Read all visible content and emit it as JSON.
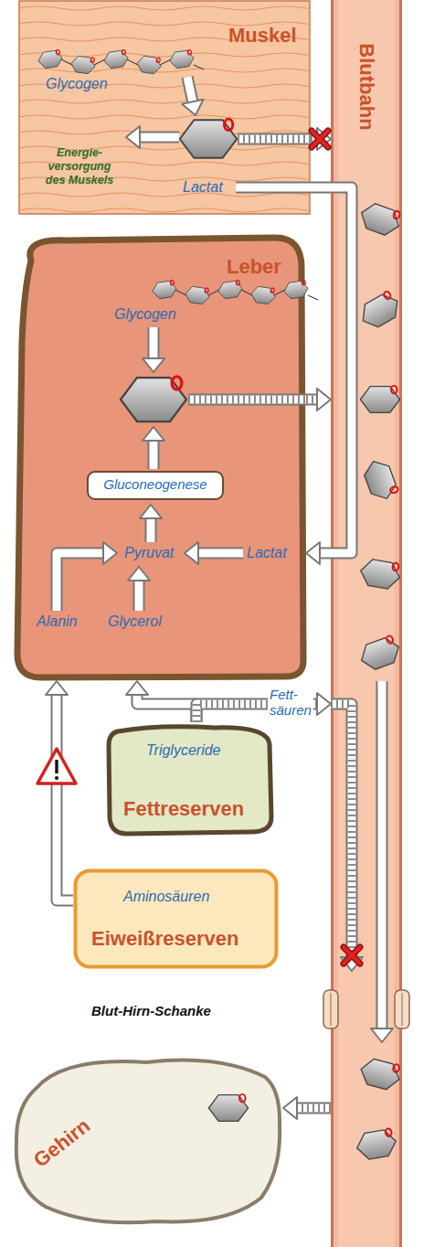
{
  "diagram": {
    "nodes": [
      {
        "text": [
          "Muskel",
          "Glycogen",
          "Energie- versorgung des Muskels",
          "Lactat"
        ]
      },
      {
        "text": [
          "Blutbahn"
        ]
      },
      {
        "text": [
          "Leber",
          "Glycogen",
          "Pyruvat",
          "Lactat",
          "Alanin",
          "Glycerol"
        ]
      },
      {
        "text": [
          "Gluconeogenese"
        ],
        "in": 2
      },
      {
        "text": [
          "Fettreserven",
          "Triglyceride"
        ]
      },
      {
        "text": [
          "Eiweißreserven",
          "Aminosäuren"
        ]
      },
      {
        "text": [
          "Gehirn"
        ]
      }
    ],
    "edges": [
      {
        "from": 0,
        "to": 1,
        "arrow": "to"
      },
      {
        "from": 0,
        "to": 2,
        "arrow": "to"
      },
      {
        "from": 2,
        "to": 1,
        "arrow": "to"
      },
      {
        "from": 4,
        "to": 2,
        "arrow": "to"
      },
      {
        "from": 4,
        "to": 1,
        "label": "Fett- säuren",
        "arrow": "to"
      },
      {
        "from": 5,
        "to": 2,
        "arrow": "to"
      },
      {
        "from": 1,
        "to": 6,
        "arrow": "to"
      }
    ],
    "labels": [
      "Blut-Hirn-Schanke"
    ]
  }
}
